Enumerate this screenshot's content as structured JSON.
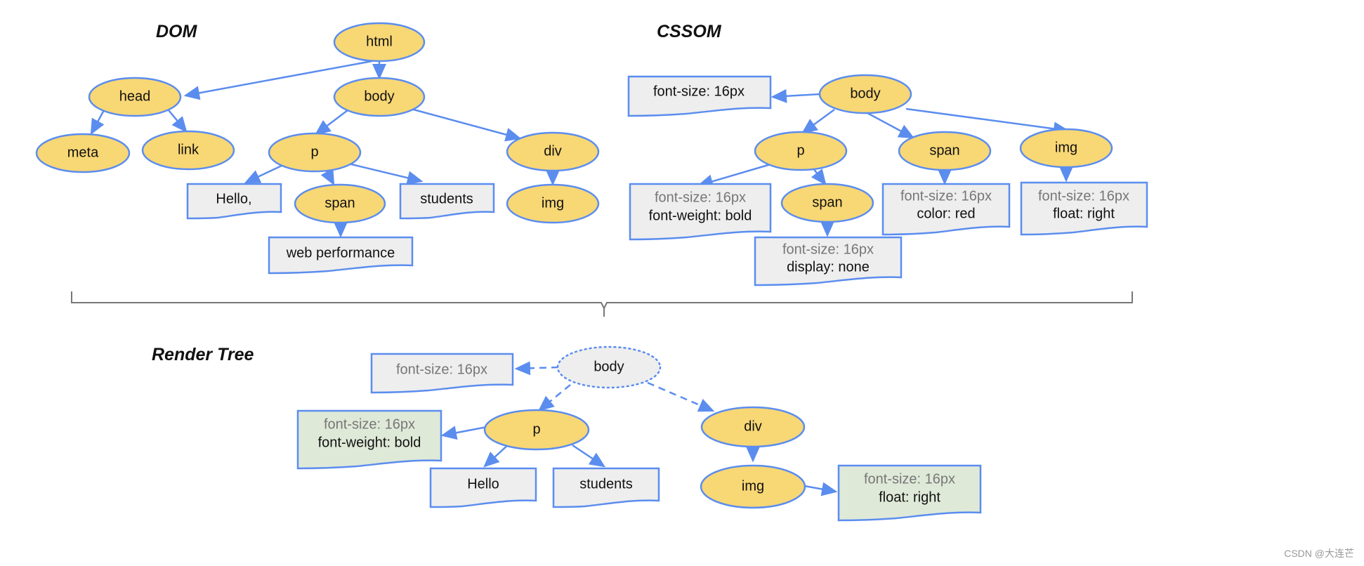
{
  "sections": {
    "dom": "DOM",
    "cssom": "CSSOM",
    "render_tree": "Render Tree"
  },
  "dom": {
    "html": "html",
    "head": "head",
    "body": "body",
    "meta": "meta",
    "link": "link",
    "p": "p",
    "div": "div",
    "hello": "Hello,",
    "span": "span",
    "students": "students",
    "img": "img",
    "web_performance": "web performance"
  },
  "cssom": {
    "body": "body",
    "body_style": "font-size: 16px",
    "p": "p",
    "span": "span",
    "img": "img",
    "p_style_inherited": "font-size: 16px",
    "p_style_own": "font-weight: bold",
    "span_style_inherited": "font-size: 16px",
    "span_style_own": "color: red",
    "img_style_inherited": "font-size: 16px",
    "img_style_own": "float: right",
    "p_span": "span",
    "p_span_style_inherited": "font-size: 16px",
    "p_span_style_own": "display: none"
  },
  "render": {
    "body": "body",
    "body_style": "font-size: 16px",
    "p": "p",
    "p_style_inherited": "font-size: 16px",
    "p_style_own": "font-weight: bold",
    "hello": "Hello",
    "students": "students",
    "div": "div",
    "img": "img",
    "img_style_inherited": "font-size: 16px",
    "img_style_own": "float: right"
  },
  "watermark": "CSDN @大连芒",
  "colors": {
    "node_fill": "#f8d775",
    "edge": "#5b8def",
    "doc_fill": "#eeeeee",
    "doc_green_fill": "#dfe9d8",
    "inherited_text": "#777777"
  }
}
